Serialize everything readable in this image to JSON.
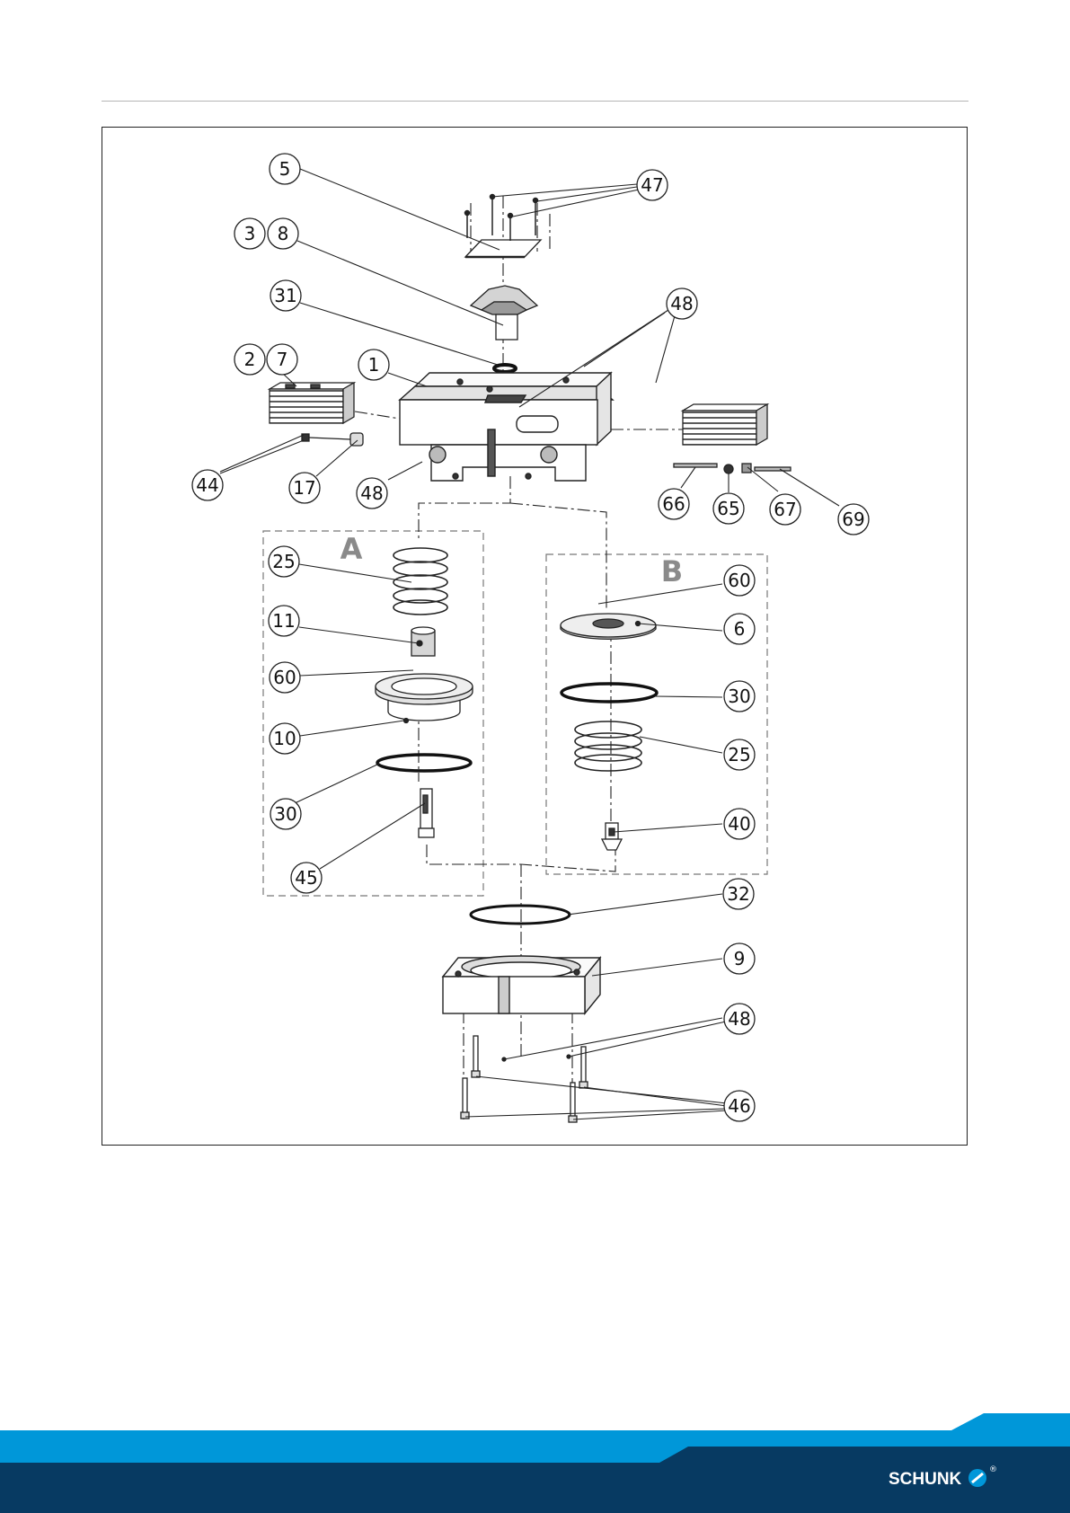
{
  "callouts": [
    "5",
    "47",
    "3",
    "8",
    "31",
    "48",
    "2",
    "7",
    "1",
    "44",
    "17",
    "48",
    "66",
    "65",
    "67",
    "69",
    "25",
    "11",
    "60",
    "10",
    "30",
    "45",
    "60",
    "6",
    "30",
    "25",
    "40",
    "32",
    "9",
    "48",
    "46"
  ],
  "groups": [
    "A",
    "B"
  ],
  "brand": {
    "name": "SCHUNK",
    "registered": "®",
    "colors": {
      "light": "#0097d9",
      "dark": "#073a62"
    }
  }
}
